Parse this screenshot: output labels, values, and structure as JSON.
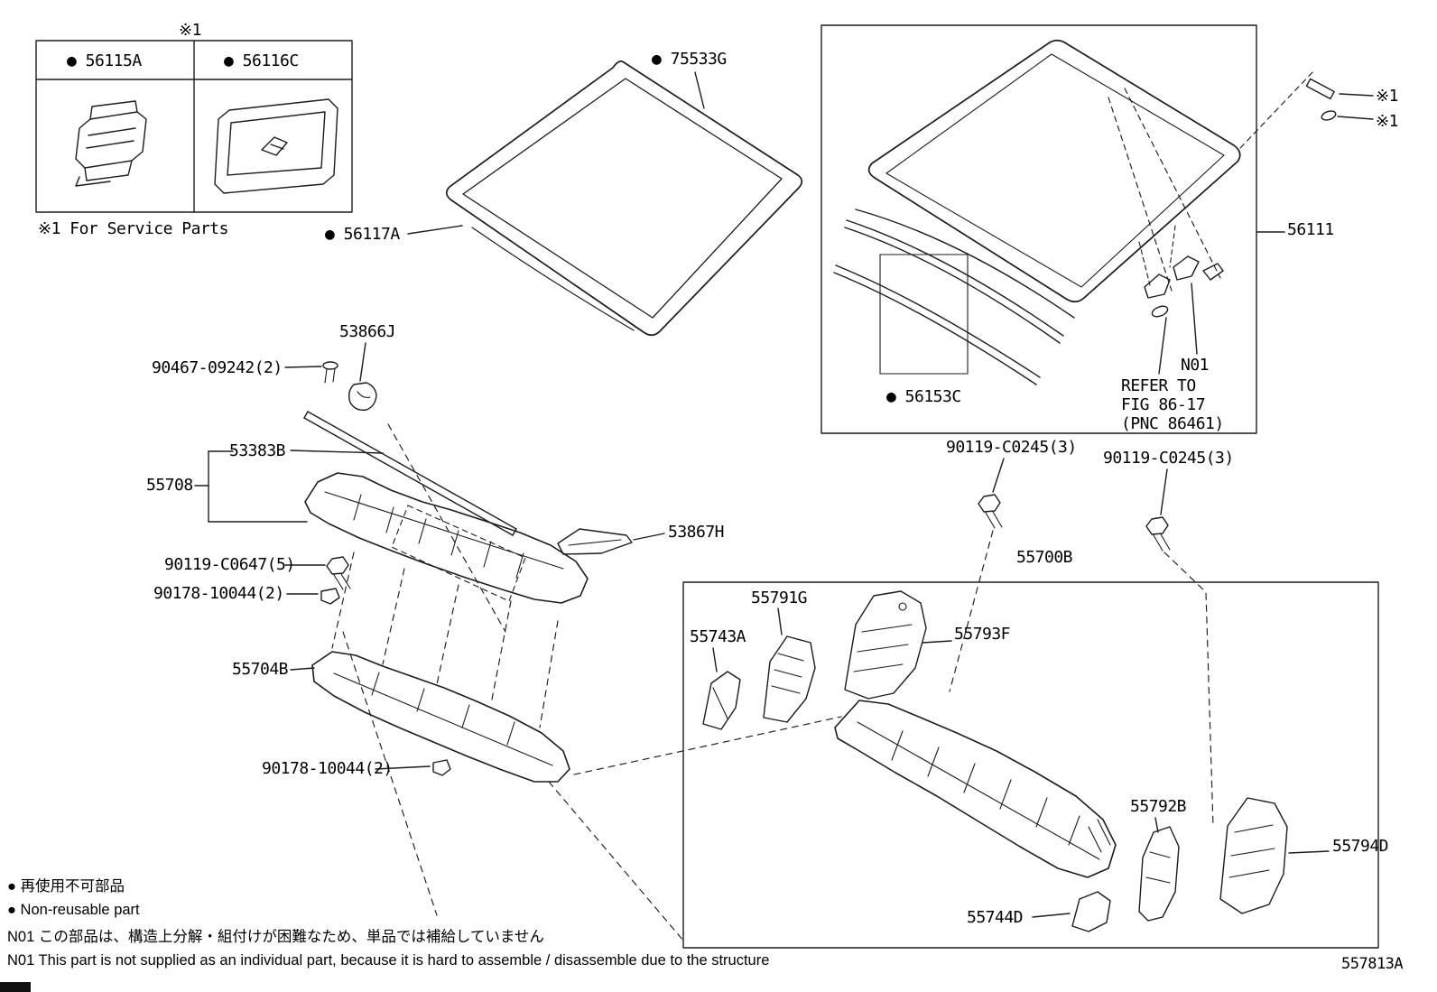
{
  "page": {
    "drawing_number": "557813A"
  },
  "service_box": {
    "ref_mark": "※1",
    "cell_left": "● 56115A",
    "cell_right": "● 56116C",
    "caption": "※1 For Service Parts"
  },
  "windshield": {
    "molding_label": "● 75533G",
    "dam_label": "● 56117A"
  },
  "glass_box": {
    "glass_label": "56111",
    "retainer_label": "● 56153C",
    "note_label": "N01",
    "refer_lines": [
      "REFER TO",
      "FIG 86-17",
      "(PNC 86461)"
    ],
    "ref_mark_top": "※1",
    "ref_mark_bottom": "※1"
  },
  "cowl_upper": {
    "clip_53866J": "53866J",
    "screw_90467": "90467-09242(2)",
    "seal_53383B": "53383B",
    "asm_55708": "55708",
    "brace_53867H": "53867H",
    "bolt_90119_c0647": "90119-C0647(5)",
    "clip_90178_a": "90178-10044(2)",
    "panel_55704B": "55704B",
    "clip_90178_b": "90178-10044(2)"
  },
  "cowl_lower": {
    "asm_55700B": "55700B",
    "bolt_90119_c0245_left": "90119-C0245(3)",
    "bolt_90119_c0245_right": "90119-C0245(3)",
    "p_55791G": "55791G",
    "p_55743A": "55743A",
    "p_55793F": "55793F",
    "p_55792B": "55792B",
    "p_55794D": "55794D",
    "p_55744D": "55744D"
  },
  "legend": {
    "nonreusable_jp": "● 再使用不可部品",
    "nonreusable_en": "● Non-reusable part",
    "n01_jp": "N01 この部品は、構造上分解・組付けが困難なため、単品では補給していません",
    "n01_en": "N01 This part is not supplied as an individual part, because it is hard to assemble / disassemble due to the structure"
  }
}
